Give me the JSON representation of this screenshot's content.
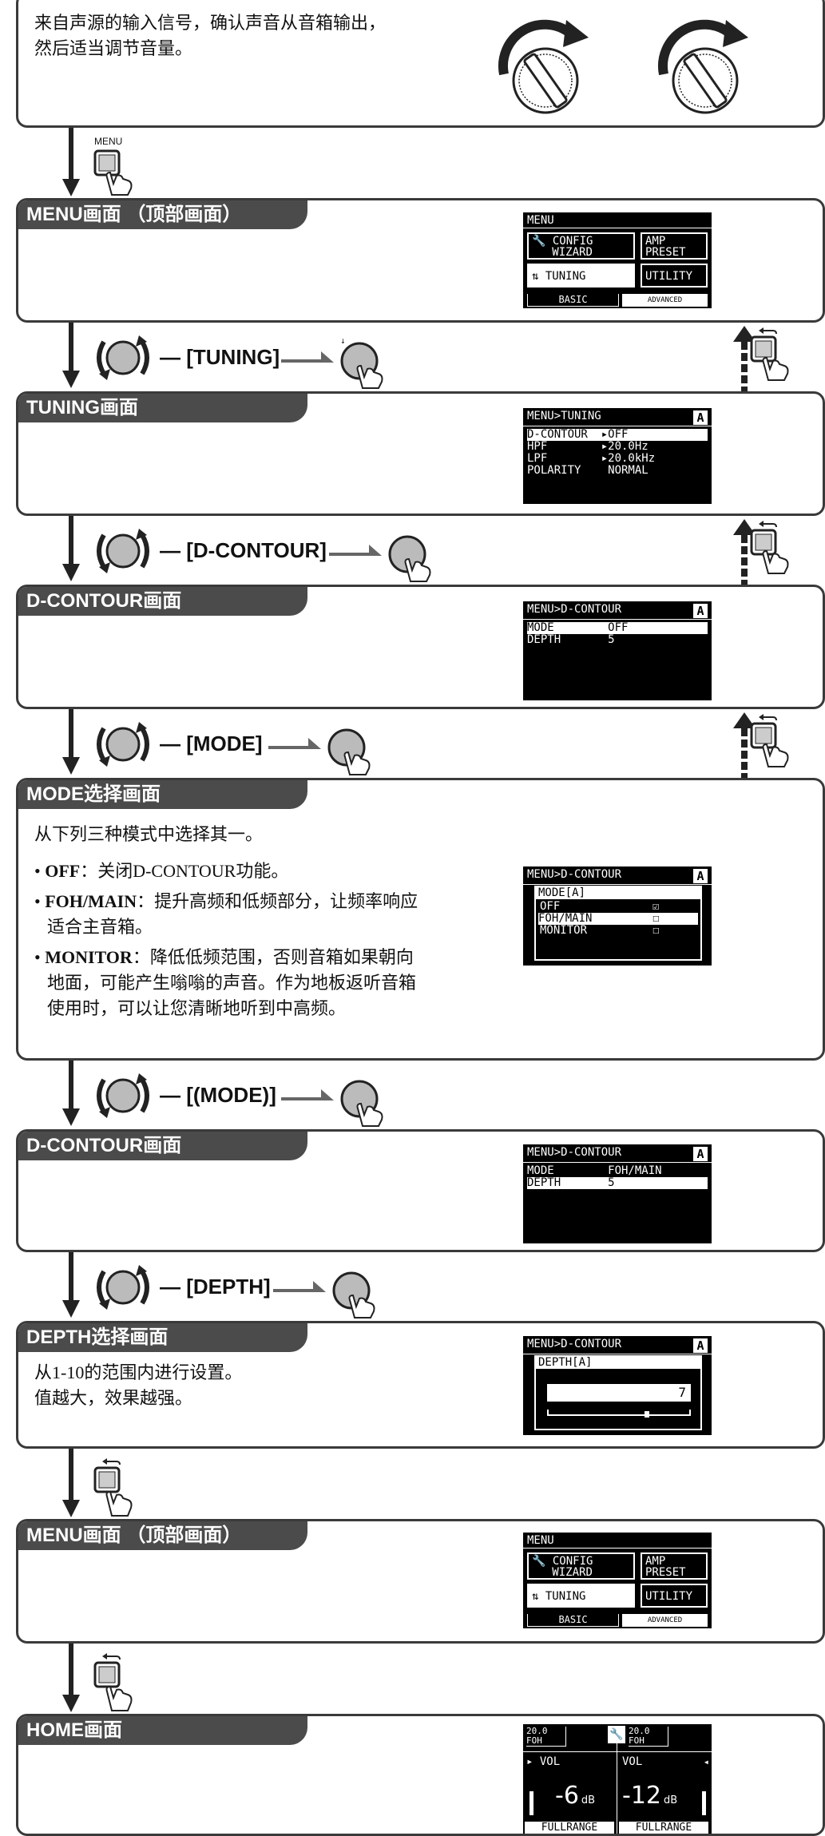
{
  "intro": {
    "line1": "来自声源的输入信号，确认声音从音箱输出，",
    "line2": "然后适当调节音量。"
  },
  "menu_button_label": "MENU",
  "panels": {
    "menu1": {
      "title": "MENU画面 （顶部画面）"
    },
    "tuning": {
      "title": "TUNING画面"
    },
    "dcontour1": {
      "title": "D-CONTOUR画面"
    },
    "mode": {
      "title": "MODE选择画面",
      "intro": "从下列三种模式中选择其一。",
      "off_term": "OFF",
      "off_desc": "：关闭D-CONTOUR功能。",
      "foh_term": "FOH/MAIN",
      "foh_desc1": "：提升高频和低频部分，让频率响应",
      "foh_desc2": "适合主音箱。",
      "mon_term": "MONITOR",
      "mon_desc1": "：降低低频范围，否则音箱如果朝向",
      "mon_desc2": "地面，可能产生嗡嗡的声音。作为地板返听音箱",
      "mon_desc3": "使用时，可以让您清晰地听到中高频。"
    },
    "dcontour2": {
      "title": "D-CONTOUR画面"
    },
    "depth": {
      "title": "DEPTH选择画面",
      "line1": "从1-10的范围内进行设置。",
      "line2": "值越大，效果越强。"
    },
    "menu2": {
      "title": "MENU画面 （顶部画面）"
    },
    "home": {
      "title": "HOME画面"
    }
  },
  "steps": {
    "tuning": "— [TUNING]",
    "dcontour": "— [D-CONTOUR]",
    "mode": "— [MODE]",
    "mode_select": "— [(MODE)]",
    "depth": "— [DEPTH]"
  },
  "lcd": {
    "menu": {
      "header": "MENU",
      "config1": "CONFIG",
      "config2": "WIZARD",
      "amp1": "AMP",
      "amp2": "PRESET",
      "tuning": "TUNING",
      "utility": "UTILITY",
      "tab_basic": "BASIC",
      "tab_advanced": "ADVANCED"
    },
    "tuning": {
      "header": "MENU>TUNING",
      "a": "A",
      "row1": "D-CONTOUR  ▸OFF",
      "row2": "HPF        ▸20.0Hz",
      "row3": "LPF        ▸20.0kHz",
      "row4": "POLARITY    NORMAL"
    },
    "dcontour1": {
      "header": "MENU>D-CONTOUR",
      "a": "A",
      "row1": "MODE        OFF",
      "row2": "DEPTH       5"
    },
    "mode": {
      "header": "MENU>D-CONTOUR",
      "a": "A",
      "popup_title": "MODE[A]",
      "opt1": "OFF",
      "opt2": "FOH/MAIN",
      "opt3": "MONITOR",
      "check1": "☑",
      "check2": "☐",
      "check3": "☐"
    },
    "dcontour2": {
      "header": "MENU>D-CONTOUR",
      "a": "A",
      "row1": "MODE        FOH/MAIN",
      "row2": "DEPTH       5"
    },
    "depth": {
      "header": "MENU>D-CONTOUR",
      "a": "A",
      "popup_title": "DEPTH[A]",
      "value": "7",
      "slider_fraction": 0.7
    },
    "home": {
      "left_preset": "20.0",
      "left_name": "FOH",
      "right_preset": "20.0",
      "right_name": "FOH",
      "vol_label": "VOL",
      "left_vol": "-6",
      "right_vol": "-12",
      "unit": "dB",
      "left_mode": "FULLRANGE",
      "right_mode": "FULLRANGE"
    }
  }
}
